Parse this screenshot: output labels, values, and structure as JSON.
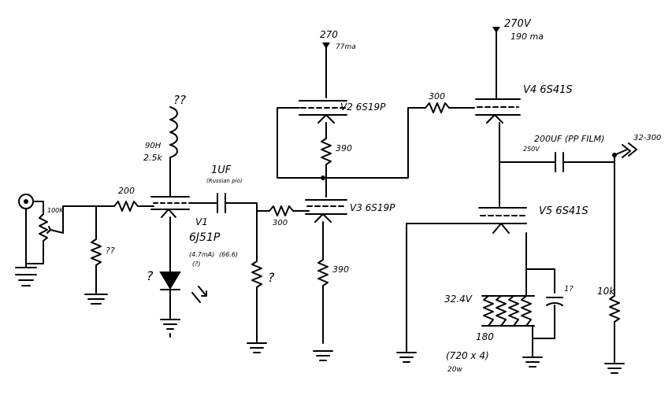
{
  "labels": {
    "v2_supply": "270",
    "v2_current": "77ma",
    "v4_supply": "270V",
    "v4_current": "190 ma",
    "choke_top": "??",
    "choke_h": "90H",
    "choke_ohm": "2.5k",
    "pot": "100K",
    "r_in": "200",
    "r_in_gnd": "??",
    "cap1": "1UF",
    "cap1_type": "(Russian pio)",
    "v1": "V1",
    "v1_tube": "6J51P",
    "v1_note_a": "(4.7mA)",
    "v1_note_b": "(66.6)",
    "v1_note_c": "(?)",
    "led_q": "?",
    "r_v3_grid": "300",
    "r_v3_gnd": "?",
    "r_v2_cathode": "390",
    "r_v3_cathode": "390",
    "v2": "V2 6S19P",
    "v3": "V3 6S19P",
    "r_v4_grid": "300",
    "v4": "V4 6S41S",
    "v5": "V5 6S41S",
    "cap_out": "200UF (PP FILM)",
    "cap_out_v": "250V",
    "output": "32-300",
    "bias_v": "32.4V",
    "bias_r": "180",
    "bias_r_note": "(720 x 4)",
    "bias_w": "20w",
    "bias_cap": "1?",
    "r_out": "10k"
  }
}
